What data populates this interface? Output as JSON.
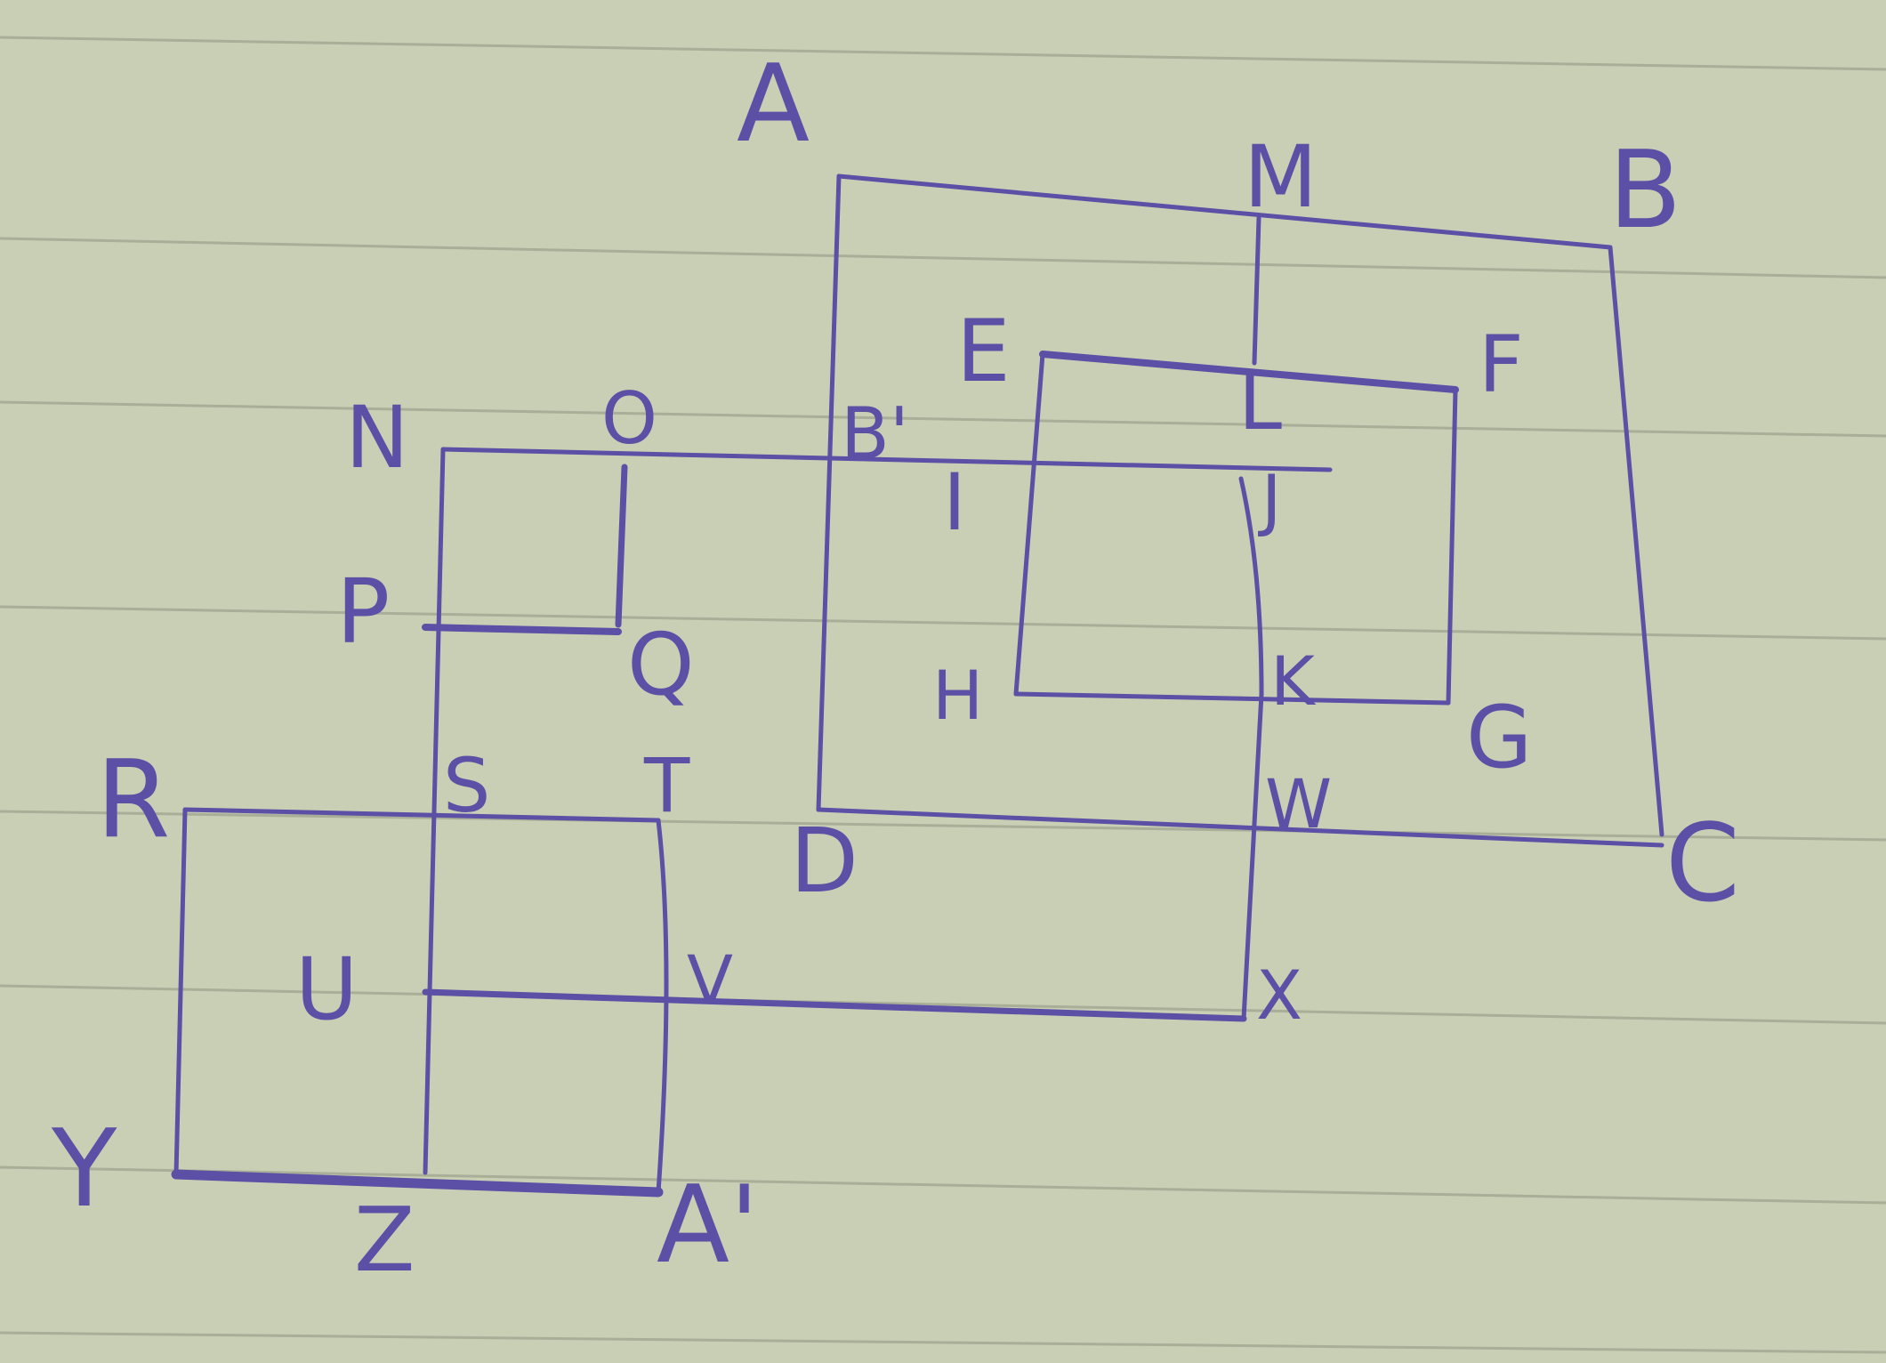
{
  "colors": {
    "paper": "#c9cfb4",
    "rule_line": "#a9ae98",
    "ink": "#5b4fa6",
    "ink_dark": "#3f3486"
  },
  "labels": {
    "A": "A",
    "B": "B",
    "C": "C",
    "D": "D",
    "E": "E",
    "F": "F",
    "G": "G",
    "H": "H",
    "I": "I",
    "J": "J",
    "K": "K",
    "L": "L",
    "M": "M",
    "N": "N",
    "O": "O",
    "P": "P",
    "Q": "Q",
    "R": "R",
    "S": "S",
    "T": "T",
    "U": "U",
    "V": "V",
    "W": "W",
    "X": "X",
    "Y": "Y",
    "Z": "Z",
    "A_prime": "A'",
    "B_prime": "B'"
  }
}
